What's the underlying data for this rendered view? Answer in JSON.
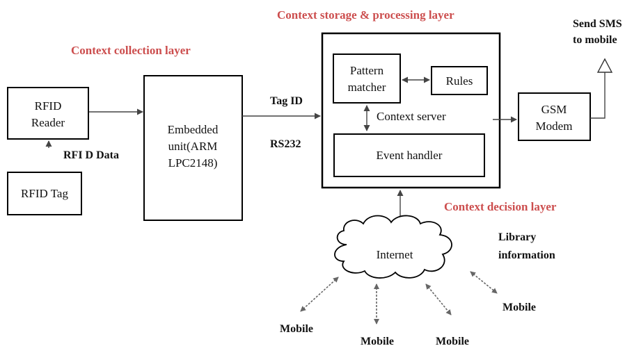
{
  "layers": {
    "collection": "Context collection layer",
    "storage": "Context storage & processing layer",
    "decision": "Context decision layer"
  },
  "nodes": {
    "rfid_reader": [
      "RFID",
      "Reader"
    ],
    "rfid_tag": "RFID Tag",
    "embedded": [
      "Embedded",
      "unit(ARM",
      "LPC2148)"
    ],
    "pattern_matcher": [
      "Pattern",
      "matcher"
    ],
    "rules": "Rules",
    "context_server": "Context server",
    "event_handler": "Event handler",
    "gsm": [
      "GSM",
      "Modem"
    ],
    "internet": "Internet"
  },
  "labels": {
    "rfid_data": "RFI D Data",
    "tag_id": "Tag ID",
    "rs232": "RS232",
    "send_sms": [
      "Send SMS",
      "to mobile"
    ],
    "library": [
      "Library",
      "information"
    ],
    "mobile": "Mobile"
  }
}
